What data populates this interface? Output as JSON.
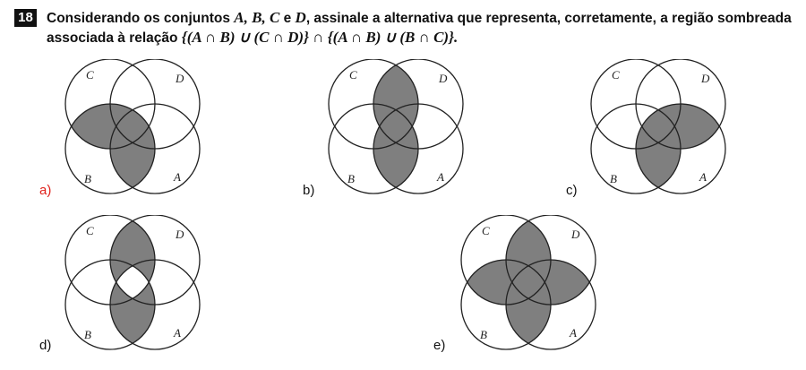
{
  "question": {
    "number": "18",
    "text_before": "Considerando os conjuntos ",
    "text_sets": "A, B, C",
    "text_and": " e ",
    "text_setD": "D",
    "text_after": ", assinale a alternativa que representa, corretamente, a região sombreada associada à relação ",
    "relation": "{(A ∩ B) ∪ (C ∩ D)} ∩ {(A ∩ B) ∪ (B ∩ C)}."
  },
  "set_labels": {
    "c": "C",
    "d": "D",
    "b": "B",
    "a": "A"
  },
  "options": [
    {
      "label": "a)",
      "color": "#e0211b",
      "shaded": [
        "AB",
        "BC"
      ]
    },
    {
      "label": "b)",
      "color": "#111111",
      "shaded": [
        "AB",
        "CD"
      ]
    },
    {
      "label": "c)",
      "color": "#111111",
      "shaded": [
        "AB",
        "AD"
      ]
    },
    {
      "label": "d)",
      "color": "#111111",
      "shaded": [
        "CD",
        "AB"
      ],
      "hole": "center"
    },
    {
      "label": "e)",
      "color": "#111111",
      "shaded": [
        "CD",
        "AB",
        "BC",
        "AD"
      ]
    }
  ],
  "colors": {
    "shade": "#7f7f7f",
    "stroke": "#222222"
  }
}
